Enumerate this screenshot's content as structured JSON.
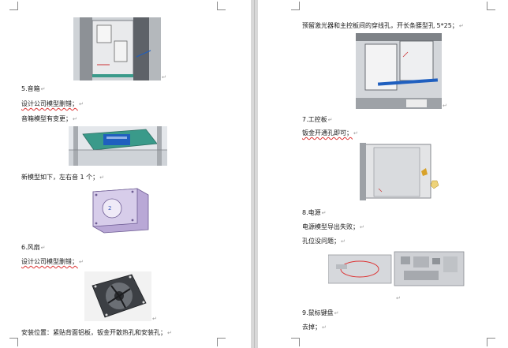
{
  "left_page": {
    "heading_speaker": "5.音箱",
    "speaker_line_1": "设计公司模型删错；",
    "speaker_line_2": "音箱模型有变更；",
    "speaker_line_3": "新模型如下，左右音 1 个；",
    "heading_fan": "6.风扇",
    "fan_line_1": "设计公司模型删错；",
    "fan_line_2": "安装位置：紧贴背面铝板，钣金开散热孔和安装孔；"
  },
  "right_page": {
    "top_line": "预留激光器和主控板间的穿线孔，开长条腰型孔 5*25；",
    "heading_ipc": "7.工控板",
    "ipc_line_1": "钣金开通孔即可；",
    "heading_power": "8.电源",
    "power_line_1": "电源模型导出失败；",
    "power_line_2": "孔位没问题；",
    "heading_mouse": "9.鼠标键盘",
    "mouse_line_1": "去掉；"
  },
  "speaker_label": "2",
  "paragraph_mark": "↵",
  "colors": {
    "page": "#ffffff",
    "desk": "#e9e9e9",
    "squiggle": "#dd3333",
    "cad_blue": "#1f5fbf",
    "cad_teal": "#3a9a8a"
  }
}
